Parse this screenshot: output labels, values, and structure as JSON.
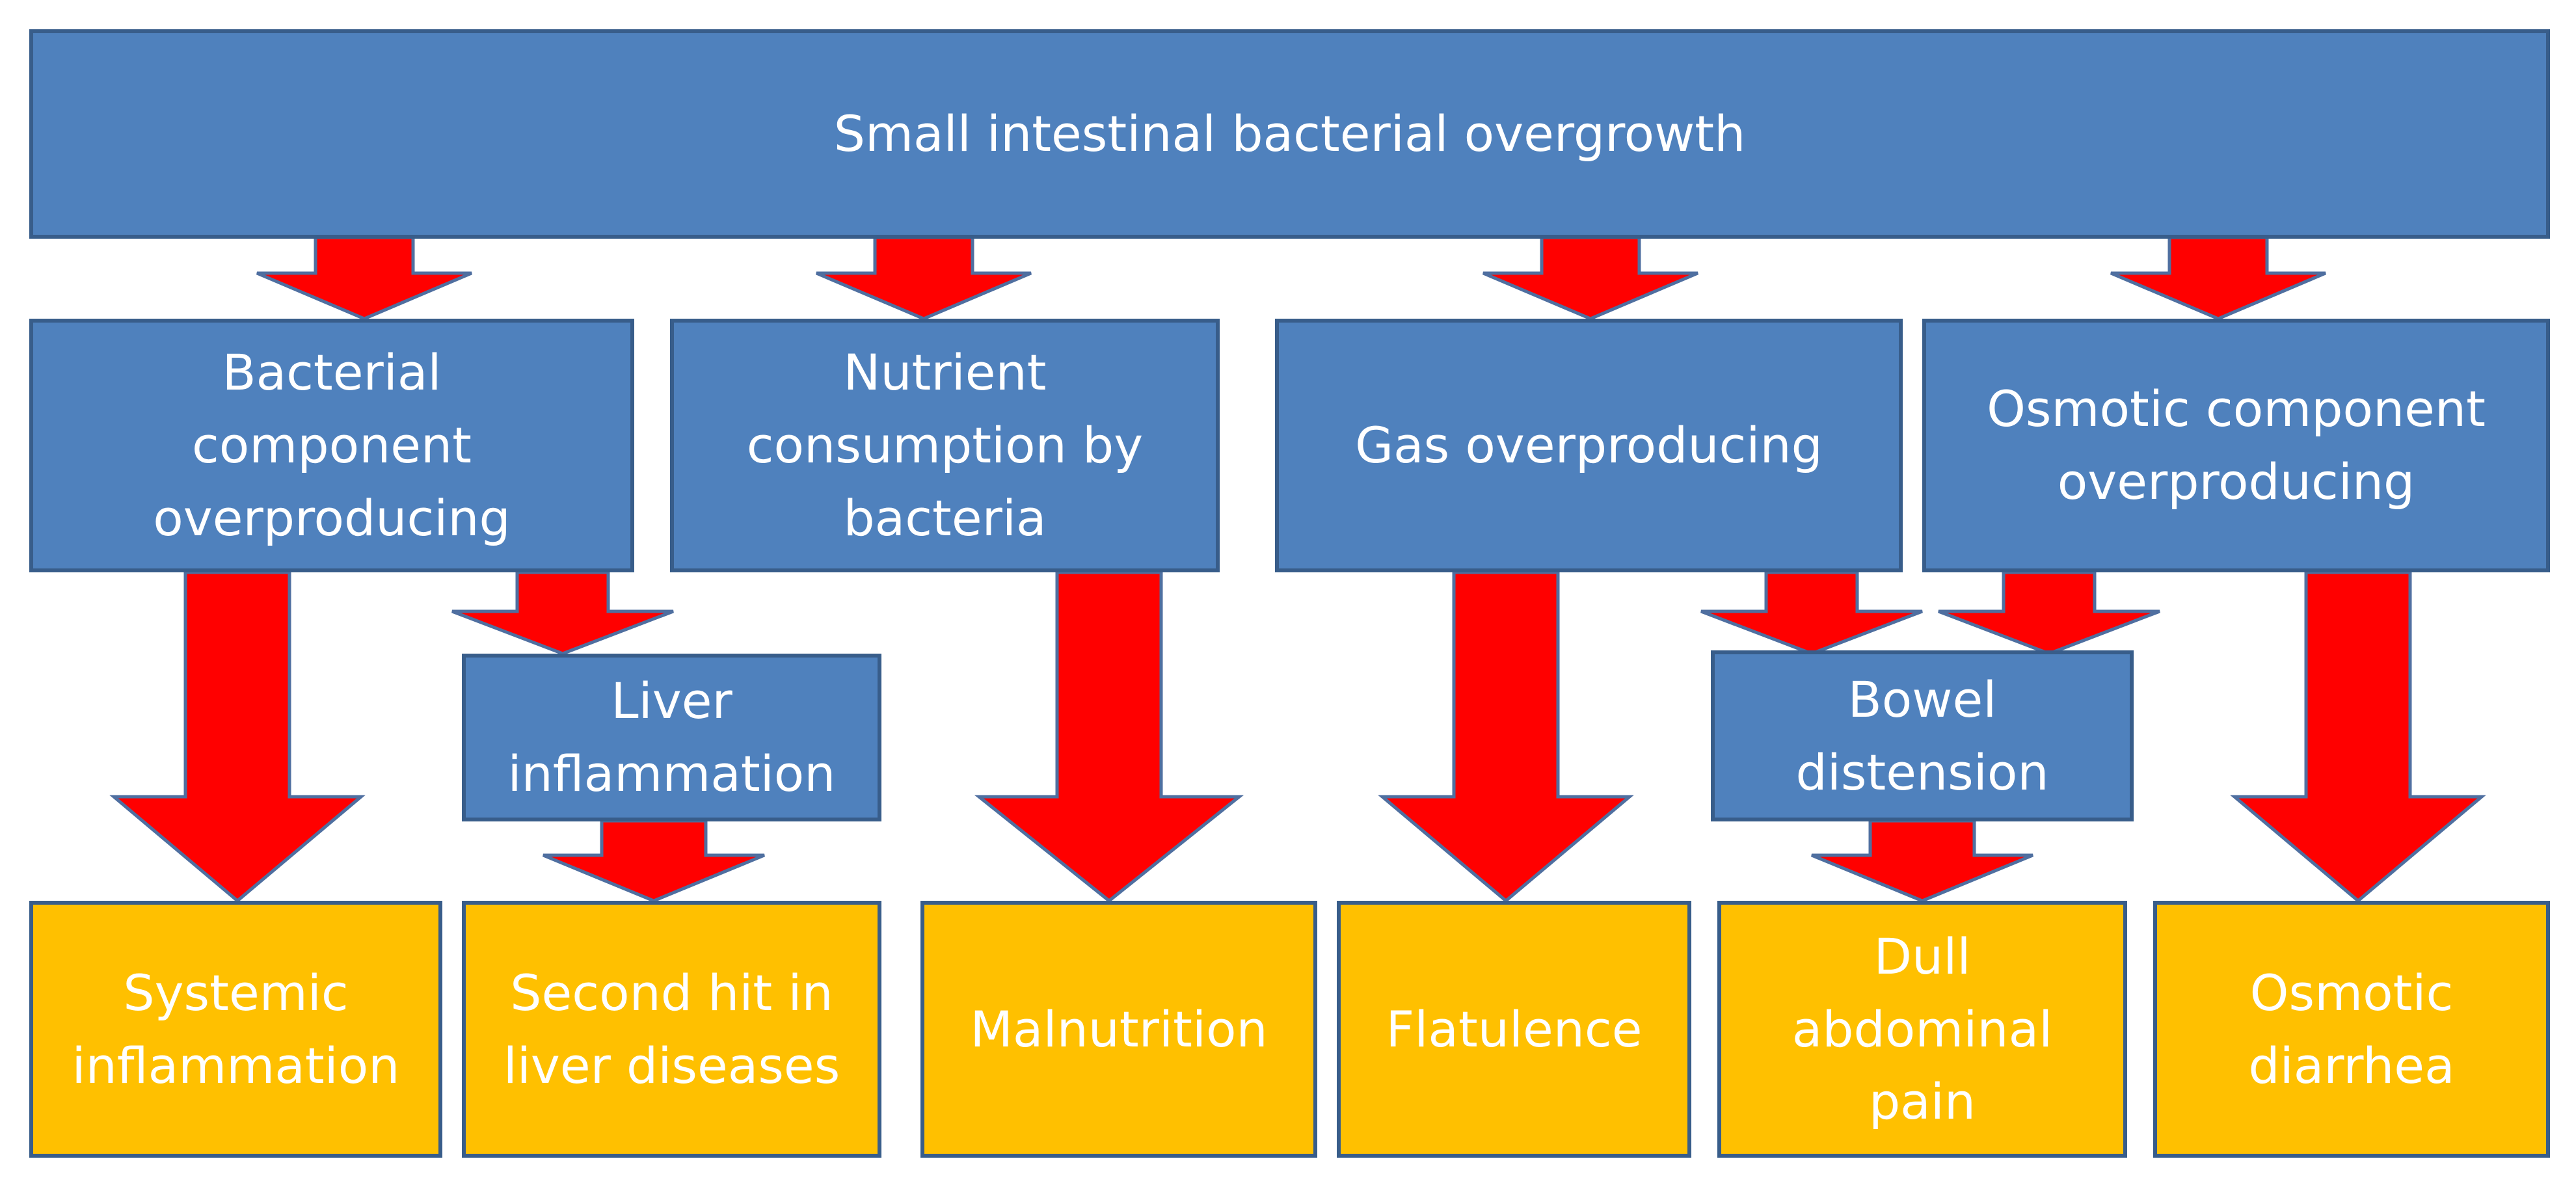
{
  "colors": {
    "process_fill": "#4f81bd",
    "process_border": "#385d8a",
    "outcome_fill": "#ffc000",
    "arrow_fill": "#ff0000",
    "arrow_border": "#4f6fa0",
    "text": "#ffffff"
  },
  "root": {
    "label": "Small intestinal bacterial overgrowth"
  },
  "mechanisms": {
    "bacterial_component": {
      "label": "Bacterial\ncomponent\noverproducing"
    },
    "nutrient_consumption": {
      "label": "Nutrient\nconsumption  by\nbacteria"
    },
    "gas": {
      "label": "Gas overproducing"
    },
    "osmotic_component": {
      "label": "Osmotic component\noverproducing"
    }
  },
  "intermediates": {
    "liver_inflammation": {
      "label": "Liver\ninflammation"
    },
    "bowel_distension": {
      "label": "Bowel\ndistension"
    }
  },
  "outcomes": {
    "systemic_inflammation": {
      "label": "Systemic\ninflammation"
    },
    "second_hit": {
      "label": "Second hit in\nliver diseases"
    },
    "malnutrition": {
      "label": "Malnutrition"
    },
    "flatulence": {
      "label": "Flatulence"
    },
    "dull_pain": {
      "label": "Dull\nabdominal\npain"
    },
    "osmotic_diarrhea": {
      "label": "Osmotic\ndiarrhea"
    }
  }
}
